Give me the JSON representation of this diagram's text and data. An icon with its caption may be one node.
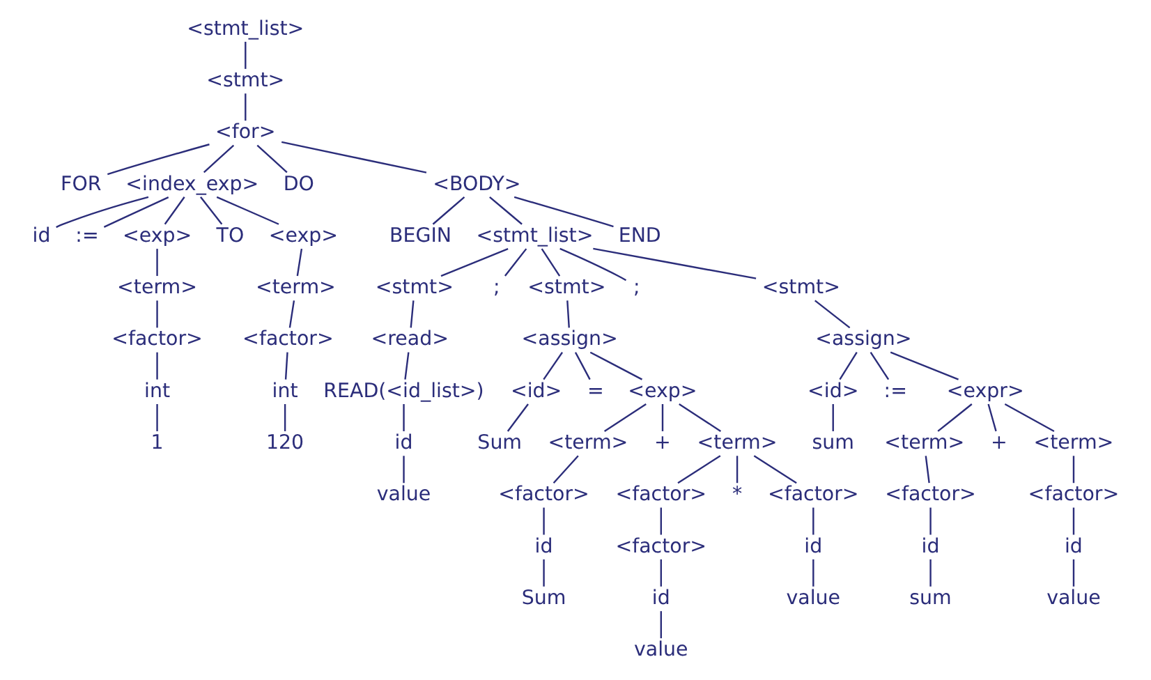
{
  "diagram": {
    "nodes": [
      {
        "text": [
          "<stmt_list>"
        ]
      },
      {
        "text": [
          "<stmt>"
        ]
      },
      {
        "text": [
          "<for>"
        ]
      },
      {
        "text": [
          "FOR"
        ]
      },
      {
        "text": [
          "<index_exp>"
        ]
      },
      {
        "text": [
          "DO"
        ]
      },
      {
        "text": [
          "<BODY>"
        ]
      },
      {
        "text": [
          "id"
        ]
      },
      {
        "text": [
          ":="
        ]
      },
      {
        "text": [
          "<exp>"
        ]
      },
      {
        "text": [
          "TO"
        ]
      },
      {
        "text": [
          "<exp>"
        ]
      },
      {
        "text": [
          "BEGIN"
        ]
      },
      {
        "text": [
          "<stmt_list>"
        ]
      },
      {
        "text": [
          "END"
        ]
      },
      {
        "text": [
          "<term>"
        ]
      },
      {
        "text": [
          "<term>"
        ]
      },
      {
        "text": [
          "<stmt>"
        ]
      },
      {
        "text": [
          ";"
        ]
      },
      {
        "text": [
          "<stmt>"
        ]
      },
      {
        "text": [
          ";"
        ]
      },
      {
        "text": [
          "<stmt>"
        ]
      },
      {
        "text": [
          "<factor>"
        ]
      },
      {
        "text": [
          "<factor>"
        ]
      },
      {
        "text": [
          "<read>"
        ]
      },
      {
        "text": [
          "<assign>"
        ]
      },
      {
        "text": [
          "<assign>"
        ]
      },
      {
        "text": [
          "int"
        ]
      },
      {
        "text": [
          "int"
        ]
      },
      {
        "text": [
          "READ(<id_list>)"
        ]
      },
      {
        "text": [
          "<id>"
        ]
      },
      {
        "text": [
          "="
        ]
      },
      {
        "text": [
          "<exp>"
        ]
      },
      {
        "text": [
          "<id>"
        ]
      },
      {
        "text": [
          ":="
        ]
      },
      {
        "text": [
          "<expr>"
        ]
      },
      {
        "text": [
          "1"
        ]
      },
      {
        "text": [
          "120"
        ]
      },
      {
        "text": [
          "id"
        ]
      },
      {
        "text": [
          "Sum"
        ]
      },
      {
        "text": [
          "<term>"
        ]
      },
      {
        "text": [
          "+"
        ]
      },
      {
        "text": [
          "<term>"
        ]
      },
      {
        "text": [
          "sum"
        ]
      },
      {
        "text": [
          "<term>"
        ]
      },
      {
        "text": [
          "+"
        ]
      },
      {
        "text": [
          "<term>"
        ]
      },
      {
        "text": [
          "value"
        ]
      },
      {
        "text": [
          "<factor>"
        ]
      },
      {
        "text": [
          "<factor>"
        ]
      },
      {
        "text": [
          "*"
        ]
      },
      {
        "text": [
          "<factor>"
        ]
      },
      {
        "text": [
          "<factor>"
        ]
      },
      {
        "text": [
          "<factor>"
        ]
      },
      {
        "text": [
          "id"
        ]
      },
      {
        "text": [
          "<factor>"
        ]
      },
      {
        "text": [
          "id"
        ]
      },
      {
        "text": [
          "id"
        ]
      },
      {
        "text": [
          "id"
        ]
      },
      {
        "text": [
          "Sum"
        ]
      },
      {
        "text": [
          "id"
        ]
      },
      {
        "text": [
          "value"
        ]
      },
      {
        "text": [
          "sum"
        ]
      },
      {
        "text": [
          "value"
        ]
      },
      {
        "text": [
          "value"
        ]
      }
    ],
    "edges": [
      {
        "from": 0,
        "to": 1,
        "arrow": "none"
      },
      {
        "from": 1,
        "to": 2,
        "arrow": "none"
      },
      {
        "from": 2,
        "to": 3,
        "arrow": "none"
      },
      {
        "from": 2,
        "to": 4,
        "arrow": "none"
      },
      {
        "from": 2,
        "to": 5,
        "arrow": "none"
      },
      {
        "from": 2,
        "to": 6,
        "arrow": "none"
      },
      {
        "from": 4,
        "to": 7,
        "arrow": "none"
      },
      {
        "from": 4,
        "to": 8,
        "arrow": "none"
      },
      {
        "from": 4,
        "to": 9,
        "arrow": "none"
      },
      {
        "from": 4,
        "to": 10,
        "arrow": "none"
      },
      {
        "from": 4,
        "to": 11,
        "arrow": "none"
      },
      {
        "from": 6,
        "to": 12,
        "arrow": "none"
      },
      {
        "from": 6,
        "to": 13,
        "arrow": "none"
      },
      {
        "from": 6,
        "to": 14,
        "arrow": "none"
      },
      {
        "from": 9,
        "to": 15,
        "arrow": "none"
      },
      {
        "from": 11,
        "to": 16,
        "arrow": "none"
      },
      {
        "from": 13,
        "to": 17,
        "arrow": "none"
      },
      {
        "from": 13,
        "to": 18,
        "arrow": "none"
      },
      {
        "from": 13,
        "to": 19,
        "arrow": "none"
      },
      {
        "from": 13,
        "to": 20,
        "arrow": "none"
      },
      {
        "from": 13,
        "to": 21,
        "arrow": "none"
      },
      {
        "from": 15,
        "to": 22,
        "arrow": "none"
      },
      {
        "from": 16,
        "to": 23,
        "arrow": "none"
      },
      {
        "from": 17,
        "to": 24,
        "arrow": "none"
      },
      {
        "from": 19,
        "to": 25,
        "arrow": "none"
      },
      {
        "from": 21,
        "to": 26,
        "arrow": "none"
      },
      {
        "from": 22,
        "to": 27,
        "arrow": "none"
      },
      {
        "from": 23,
        "to": 28,
        "arrow": "none"
      },
      {
        "from": 24,
        "to": 29,
        "arrow": "none"
      },
      {
        "from": 25,
        "to": 30,
        "arrow": "none"
      },
      {
        "from": 25,
        "to": 31,
        "arrow": "none"
      },
      {
        "from": 25,
        "to": 32,
        "arrow": "none"
      },
      {
        "from": 26,
        "to": 33,
        "arrow": "none"
      },
      {
        "from": 26,
        "to": 34,
        "arrow": "none"
      },
      {
        "from": 26,
        "to": 35,
        "arrow": "none"
      },
      {
        "from": 27,
        "to": 36,
        "arrow": "none"
      },
      {
        "from": 28,
        "to": 37,
        "arrow": "none"
      },
      {
        "from": 29,
        "to": 38,
        "arrow": "none"
      },
      {
        "from": 30,
        "to": 39,
        "arrow": "none"
      },
      {
        "from": 32,
        "to": 40,
        "arrow": "none"
      },
      {
        "from": 32,
        "to": 41,
        "arrow": "none"
      },
      {
        "from": 32,
        "to": 42,
        "arrow": "none"
      },
      {
        "from": 33,
        "to": 43,
        "arrow": "none"
      },
      {
        "from": 35,
        "to": 44,
        "arrow": "none"
      },
      {
        "from": 35,
        "to": 45,
        "arrow": "none"
      },
      {
        "from": 35,
        "to": 46,
        "arrow": "none"
      },
      {
        "from": 38,
        "to": 47,
        "arrow": "none"
      },
      {
        "from": 40,
        "to": 48,
        "arrow": "none"
      },
      {
        "from": 42,
        "to": 49,
        "arrow": "none"
      },
      {
        "from": 42,
        "to": 50,
        "arrow": "none"
      },
      {
        "from": 42,
        "to": 51,
        "arrow": "none"
      },
      {
        "from": 44,
        "to": 52,
        "arrow": "none"
      },
      {
        "from": 46,
        "to": 53,
        "arrow": "none"
      },
      {
        "from": 48,
        "to": 54,
        "arrow": "none"
      },
      {
        "from": 49,
        "to": 55,
        "arrow": "none"
      },
      {
        "from": 51,
        "to": 56,
        "arrow": "none"
      },
      {
        "from": 52,
        "to": 57,
        "arrow": "none"
      },
      {
        "from": 53,
        "to": 58,
        "arrow": "none"
      },
      {
        "from": 54,
        "to": 59,
        "arrow": "none"
      },
      {
        "from": 55,
        "to": 60,
        "arrow": "none"
      },
      {
        "from": 56,
        "to": 61,
        "arrow": "none"
      },
      {
        "from": 57,
        "to": 62,
        "arrow": "none"
      },
      {
        "from": 58,
        "to": 63,
        "arrow": "none"
      },
      {
        "from": 60,
        "to": 64,
        "arrow": "none"
      }
    ]
  }
}
